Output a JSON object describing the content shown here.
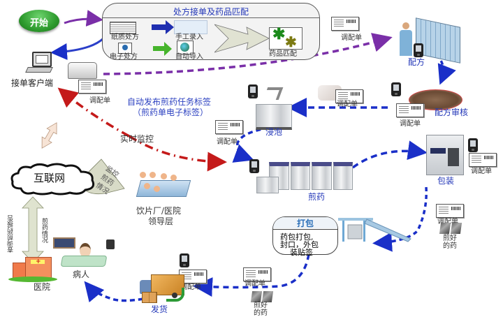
{
  "start": {
    "label": "开始"
  },
  "intake_box": {
    "title": "处方接单及药品匹配",
    "paper_rx": "纸质处方",
    "manual_entry": "手工录入",
    "electronic_rx": "电子处方",
    "auto_import": "自动导入",
    "drug_match": "药品匹配"
  },
  "client": {
    "label": "接单客户端"
  },
  "ticket_label": "调配单",
  "auto_publish": {
    "line1": "自动发布煎药任务标签",
    "line2": "（煎药单电子标签）"
  },
  "realtime_monitor": {
    "label": "实时监控"
  },
  "internet": {
    "label": "互联网"
  },
  "monitor_callout": {
    "line1": "监控",
    "line2": "煎药",
    "line3": "情况"
  },
  "leadership": {
    "line1": "饮片厂/医院",
    "line2": "领导层"
  },
  "hospital_arrow": {
    "left": "查询煎药报告",
    "right": "煎药情况"
  },
  "hospital": {
    "label": "医院"
  },
  "patient": {
    "label": "病人"
  },
  "steps": {
    "dispense": "配方",
    "review": "配方审核",
    "soak": "浸泡",
    "decoct": "煎药",
    "package": "包装",
    "pack_title": "打包",
    "pack_desc1": "药包打包,",
    "pack_desc2": "封口，外包",
    "pack_desc3": "装贴签",
    "ship": "发货"
  },
  "prepared_medicine": {
    "line1": "煎好",
    "line2": "的药"
  },
  "colors": {
    "purple_flow": "#7a2fa8",
    "blue_flow": "#1a2fc8",
    "red_monitor": "#c41a1a",
    "start_green": "#2e9b2e",
    "step_label": "#2236b8"
  }
}
